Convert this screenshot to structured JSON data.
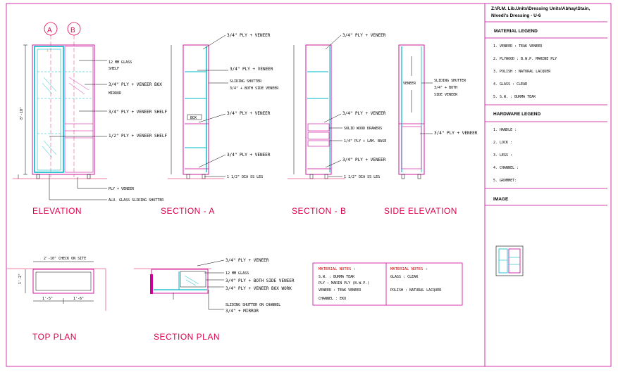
{
  "title_block": {
    "project_line1": "Z:\\R.M. Lib.Units\\Dressing Units\\Abhay\\Stain,",
    "project_line2": "Nivedi's Dressing - U-6",
    "material_legend_heading": "MATERIAL LEGEND",
    "material_items": [
      "1. VENEER  :  TEAK VENEER",
      "2. PLYWOOD :  B.W.P. MARINE PLY",
      "3. POLISH  :  NATURAL LACQUER",
      "4. GLASS   :  CLEAR",
      "5. S.W.    :  BURMA TEAK"
    ],
    "hardware_legend_heading": "HARDWARE LEGEND",
    "hardware_items": [
      "1. HANDLE  :",
      "2. LOCK    :",
      "3. LEGS    :",
      "4. CHANNEL :",
      "5. GROMMET:"
    ],
    "image_heading": "IMAGE"
  },
  "views": {
    "elevation": "ELEVATION",
    "section_a": "SECTION  - A",
    "section_b": "SECTION  - B",
    "side_elevation": "SIDE ELEVATION",
    "top_plan": "TOP PLAN",
    "section_plan": "SECTION PLAN"
  },
  "markers": {
    "a": "A",
    "b": "B"
  },
  "elevation_labels": {
    "glass": "12 MM GLASS",
    "shelf": "SHELF",
    "box": "3/4\" PLY + VENEER BOX",
    "mirror": "MIRROR",
    "shelf34": "3/4\" PLY + VENEER SHELF",
    "shelf12": "1/2\" PLY + VENEER SHELF",
    "ply_veneer": "PLY + VENEER",
    "alu_glass": "ALU. GLASS SLIDING SHUTTER"
  },
  "section_a_labels": {
    "top": "3/4\" PLY + VENEER",
    "mid": "3/4\" PLY + VENEER",
    "sliding1": "SLIDING SHUTTER",
    "sliding2": "3/4\" + BOTH SIDE VENEER",
    "lower": "3/4\" PLY + VENEER",
    "bottom": "3/4\" PLY + VENEER",
    "leg": "1 1/2\" DIA SS LEG",
    "box_tag": "BOX"
  },
  "section_b_labels": {
    "top": "3/4\" PLY + VENEER",
    "mid": "3/4\" PLY + VENEER",
    "drawers": "SOLID WOOD DRAWERS",
    "lam": "1/4\" PLY + LAM. BASE",
    "bottom": "3/4\" PLY + VENEER",
    "leg": "1 1/2\" DIA SS LEG"
  },
  "side_labels": {
    "veneer": "VENEER",
    "sliding1": "SLIDING SHUTTER",
    "sliding2": "3/4\" + BOTH",
    "sliding3": "SIDE VENEER",
    "lower": "3/4\" PLY + VENEER"
  },
  "dimensions": {
    "overall_height": "8'-10\"",
    "top_width": "2'-10\" CHECK ON SITE",
    "depth": "1'-2\"",
    "left_w": "1'-5\"",
    "right_w": "1'-6\""
  },
  "section_plan_labels": {
    "top": "3/4\" PLY + VENEER",
    "glass": "12 MM GLASS",
    "both_side": "3/4\" PLY + BOTH SIDE VENEER",
    "box_work": "3/4\" PLY + VENEER BOX WORK",
    "shutter1": "SLIDING SHUTTER ON CHANNEL",
    "shutter2": "3/4\" + MIRROR"
  },
  "material_notes": {
    "heading": "MATERIAL NOTES :",
    "rows": [
      "S.W.      :  BURMA TEAK",
      "PLY       :  MARIN PLY (B.W.P.)",
      "VENEER    :  TEAK VENEER",
      "CHANNEL   :  EKU"
    ],
    "heading2": "MATERIAL NOTES :",
    "rows2": [
      "GLASS    :  CLEAR",
      "POLISH   :  NATURAL LACQUER"
    ]
  }
}
